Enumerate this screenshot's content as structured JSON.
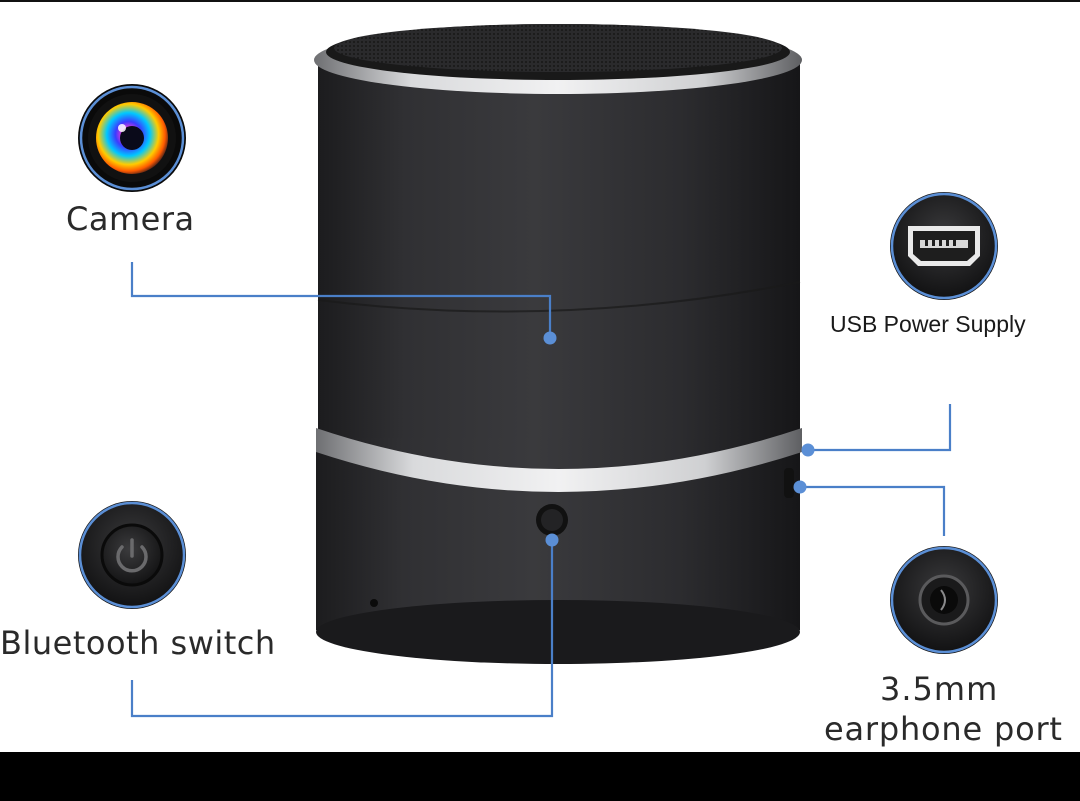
{
  "labels": {
    "camera": "Camera",
    "usb_power": "USB Power Supply",
    "bluetooth_switch": "Bluetooth switch",
    "earphone_size": "3.5mm",
    "earphone_port": "earphone port"
  },
  "icons": {
    "camera": "camera-lens-icon",
    "usb": "mini-usb-port-icon",
    "power": "power-button-icon",
    "audio": "audio-jack-icon"
  },
  "colors": {
    "callout_line": "#4a7fc8",
    "callout_dot": "#5b8fd6",
    "speaker_body": "#2b2b2d",
    "metal_ring": "#c9cacc",
    "background": "#ffffff",
    "bottom_bar": "#000000"
  }
}
